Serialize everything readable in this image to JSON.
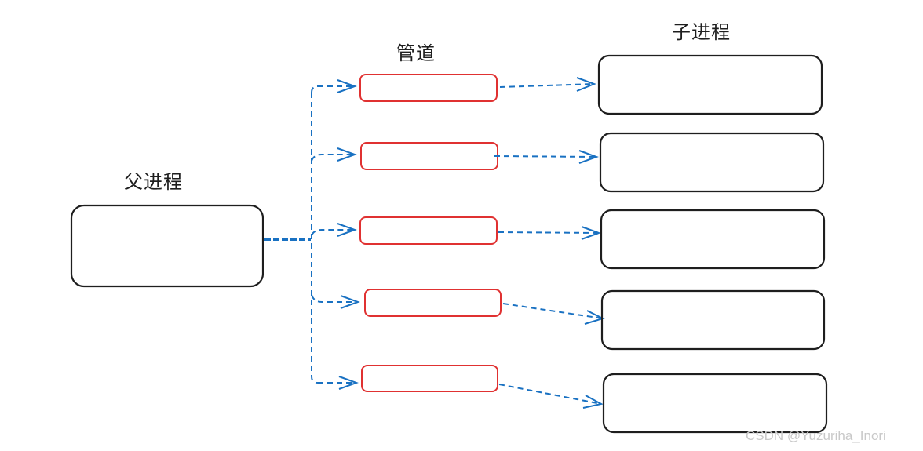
{
  "labels": {
    "parent_process": "父进程",
    "pipe": "管道",
    "child_process": "子进程"
  },
  "pipes": [
    "",
    "",
    "",
    "",
    ""
  ],
  "children": [
    "",
    "",
    "",
    "",
    ""
  ],
  "watermark": "CSDN @Yuzuriha_Inori",
  "colors": {
    "box_stroke": "#1e1e1e",
    "pipe_stroke": "#e03131",
    "arrow": "#1971c2"
  }
}
